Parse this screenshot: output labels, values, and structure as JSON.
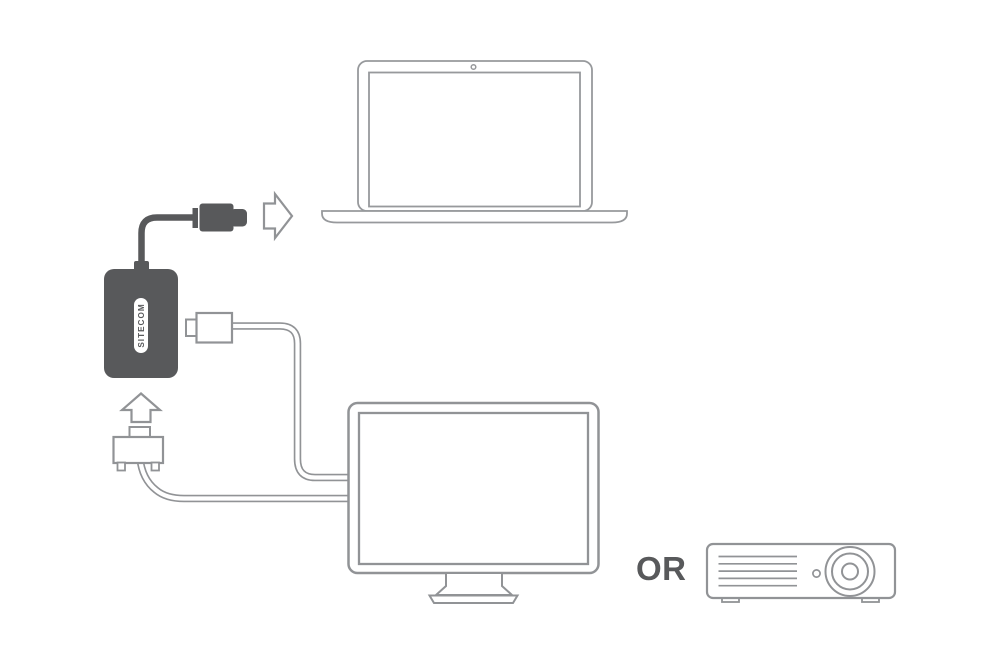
{
  "labels": {
    "adapter_brand": "SITECOM",
    "alternative": "OR"
  },
  "icons": {
    "arrow_right": "block-arrow-right",
    "arrow_up": "block-arrow-up"
  },
  "colors": {
    "background": "#ffffff",
    "device_fill": "#58595b",
    "outline": "#919396",
    "label_text": "#58595b"
  }
}
